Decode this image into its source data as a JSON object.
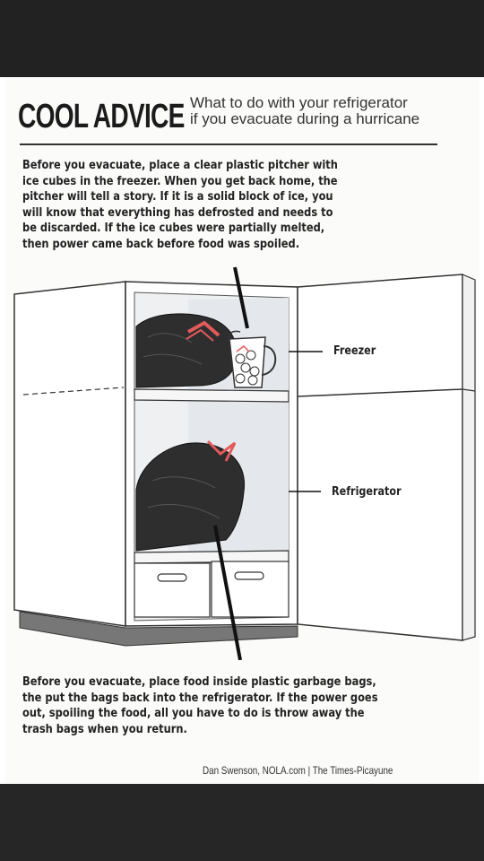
{
  "header": {
    "title": "COOL ADVICE",
    "subtitle_line1": "What to do with your refrigerator",
    "subtitle_line2": "if you evacuate during a hurricane"
  },
  "paragraph_top": [
    "Before you evacuate, place a clear plastic pitcher with",
    "ice cubes in the freezer. When you get back home, the",
    "pitcher will tell a story. If it is a solid block of ice, you",
    "will know that everything has defrosted and needs to",
    "be discarded. If the ice cubes were partially melted,",
    "then power came back before food was spoiled."
  ],
  "labels": {
    "freezer": "Freezer",
    "refrigerator": "Refrigerator"
  },
  "paragraph_bottom": [
    "Before you evacuate, place food inside plastic garbage bags,",
    "the put the bags back into the refrigerator. If the power goes",
    "out, spoiling the food, all you have to do is throw away the",
    "trash bags when you return."
  ],
  "credit": "Dan Swenson, NOLA.com | The Times-Picayune",
  "colors": {
    "accent": "#e25a5a",
    "ink": "#222222",
    "bag": "#2e2e2e"
  }
}
